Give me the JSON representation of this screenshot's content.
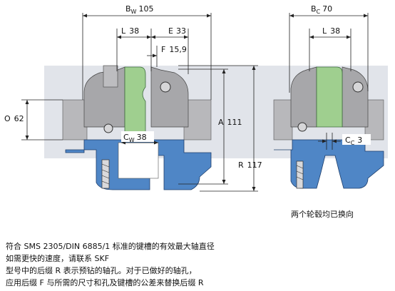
{
  "left_view": {
    "bw_label": "B",
    "bw_sub": "W",
    "bw_value": "105",
    "l_label": "L",
    "l_value": "38",
    "e_label": "E",
    "e_value": "33",
    "f_label": "F",
    "f_value": "15,9",
    "o_label": "O",
    "o_value": "62",
    "a_label": "A",
    "a_value": "111",
    "r_label": "R",
    "r_value": "117",
    "cw_label": "C",
    "cw_sub": "W",
    "cw_value": "38"
  },
  "right_view": {
    "bc_label": "B",
    "bc_sub": "C",
    "bc_value": "70",
    "l_label": "L",
    "l_value": "38",
    "cc_label": "C",
    "cc_sub": "C",
    "cc_value": "3"
  },
  "caption": "两个轮毂均已换向",
  "notes": [
    "符合 SMS 2305/DIN 6885/1 标准的键槽的有效最大轴直径",
    "如需更快的速度，请联系 SKF",
    "型号中的后缀 R 表示预钻的轴孔。对于已做好的轴孔，",
    "应用后缀 F 与所需的尺寸和孔及键槽的公差来替换后缀 R"
  ],
  "colors": {
    "housing": "#a7a7aa",
    "housing_light": "#c9c9cb",
    "spacer": "#9fcf8f",
    "hub_blue": "#4f86c6",
    "band": "#e1e4ea"
  }
}
